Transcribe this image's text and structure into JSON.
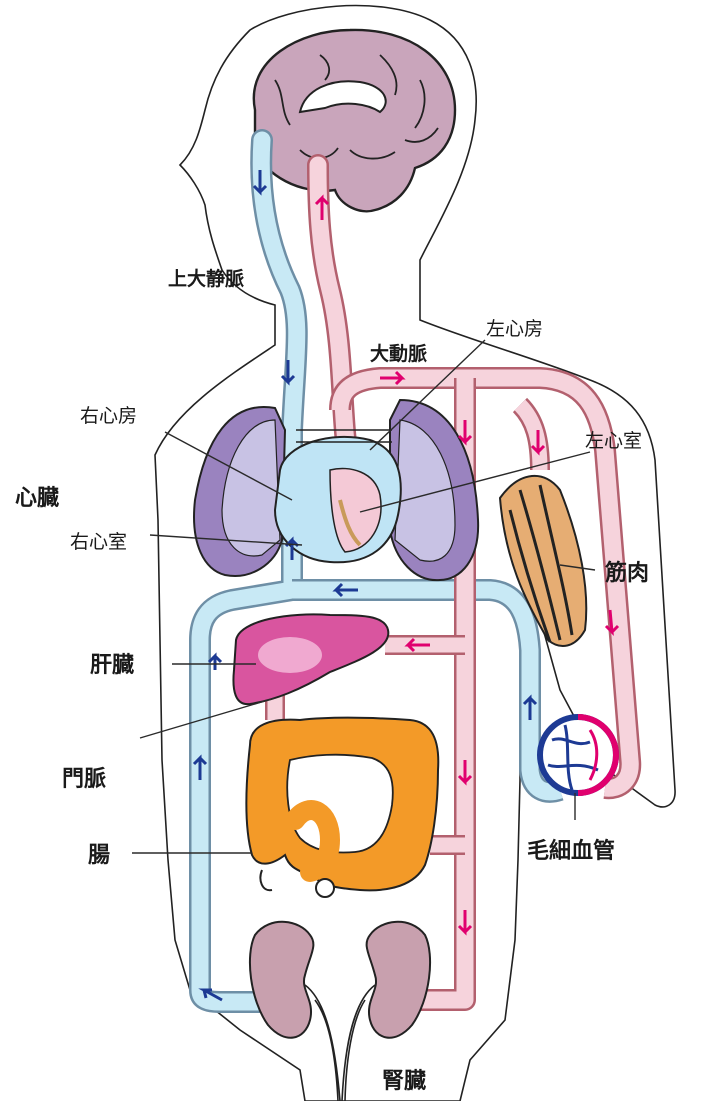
{
  "labels": {
    "superior_vena_cava": "上大静脈",
    "left_atrium": "左心房",
    "aorta": "大動脈",
    "right_atrium": "右心房",
    "left_ventricle": "左心室",
    "heart": "心臓",
    "muscle": "筋肉",
    "right_ventricle": "右心室",
    "liver": "肝臓",
    "portal_vein": "門脈",
    "capillaries": "毛細血管",
    "intestine": "腸",
    "kidney": "腎臓"
  },
  "colors": {
    "artery_fill": "#f6d3dc",
    "artery_stroke": "#b3606e",
    "artery_arrow": "#e0006e",
    "vein_fill": "#c8e9f5",
    "vein_stroke": "#6e8fa6",
    "vein_arrow": "#1d3a94",
    "brain": "#c9a5bb",
    "lung": "#9a83bf",
    "lung_light": "#c8c2e4",
    "heart": "#bfe4f5",
    "liver": "#d9559f",
    "intestine": "#f39a28",
    "kidney": "#c8a0ae",
    "muscle": "#e6ad73"
  },
  "icons": [
    "brain",
    "lungs",
    "heart",
    "liver",
    "intestine",
    "kidneys",
    "muscle",
    "capillary-bed"
  ]
}
